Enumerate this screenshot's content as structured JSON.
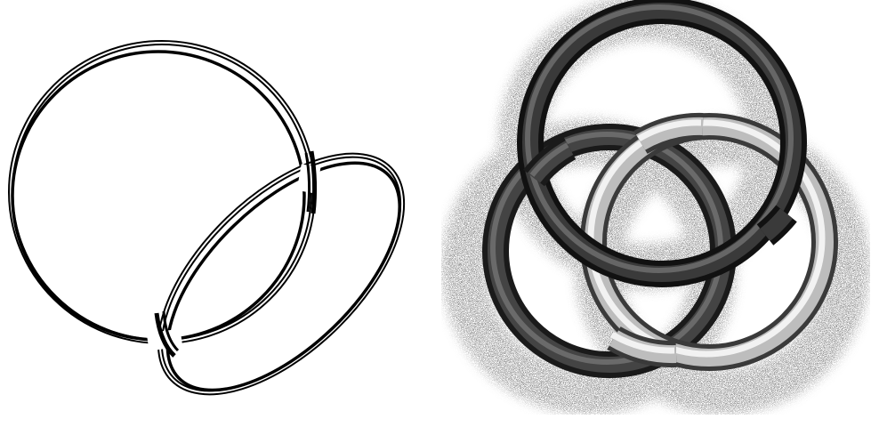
{
  "figure": {
    "background": "#ffffff",
    "panels": [
      {
        "id": "left-panel",
        "style": "line-drawing",
        "rings": [
          {
            "id": "large-circular-ring",
            "shape": "circle",
            "stroke_color": "#000000",
            "band": "double-line"
          },
          {
            "id": "tilted-elliptical-ring",
            "shape": "ellipse",
            "stroke_color": "#000000",
            "band": "double-line"
          }
        ],
        "caption": ""
      },
      {
        "id": "right-panel",
        "style": "shaded-3d",
        "rings": [
          {
            "id": "top-ring",
            "tone": "dark",
            "color": "#2a2a2a"
          },
          {
            "id": "left-ring",
            "tone": "dark",
            "color": "#3a3a3a"
          },
          {
            "id": "right-ring",
            "tone": "light",
            "color": "#cfcfcf"
          }
        ],
        "shadow_color": "#9a9a9a",
        "caption": ""
      }
    ]
  }
}
